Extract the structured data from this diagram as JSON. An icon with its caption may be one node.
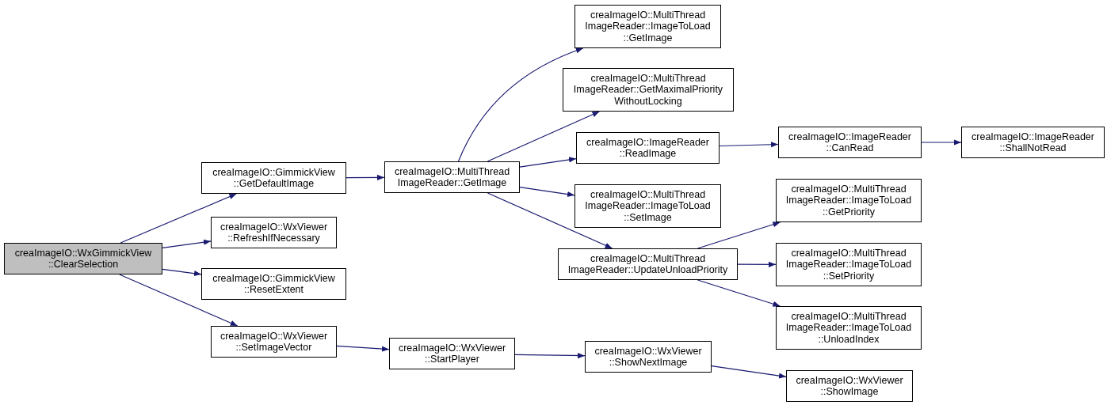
{
  "diagram": {
    "nodes": [
      {
        "text": [
          "creaImageIO::WxGimmickView ::ClearSelection"
        ]
      },
      {
        "text": [
          "creaImageIO::GimmickView ::GetDefaultImage"
        ]
      },
      {
        "text": [
          "creaImageIO::WxViewer ::RefreshIfNecessary"
        ]
      },
      {
        "text": [
          "creaImageIO::GimmickView ::ResetExtent"
        ]
      },
      {
        "text": [
          "creaImageIO::WxViewer ::SetImageVector"
        ]
      },
      {
        "text": [
          "creaImageIO::MultiThread ImageReader::GetImage"
        ]
      },
      {
        "text": [
          "creaImageIO::MultiThread ImageReader::ImageToLoad ::GetImage"
        ]
      },
      {
        "text": [
          "creaImageIO::MultiThread ImageReader::GetMaximalPriority WithoutLocking"
        ]
      },
      {
        "text": [
          "creaImageIO::ImageReader ::ReadImage"
        ]
      },
      {
        "text": [
          "creaImageIO::MultiThread ImageReader::ImageToLoad ::SetImage"
        ]
      },
      {
        "text": [
          "creaImageIO::MultiThread ImageReader::UpdateUnloadPriority"
        ]
      },
      {
        "text": [
          "creaImageIO::WxViewer ::StartPlayer"
        ]
      },
      {
        "text": [
          "creaImageIO::ImageReader ::CanRead"
        ]
      },
      {
        "text": [
          "creaImageIO::ImageReader ::ShallNotRead"
        ]
      },
      {
        "text": [
          "creaImageIO::MultiThread ImageReader::ImageToLoad ::GetPriority"
        ]
      },
      {
        "text": [
          "creaImageIO::MultiThread ImageReader::ImageToLoad ::SetPriority"
        ]
      },
      {
        "text": [
          "creaImageIO::MultiThread ImageReader::ImageToLoad ::UnloadIndex"
        ]
      },
      {
        "text": [
          "creaImageIO::WxViewer ::ShowNextImage"
        ]
      },
      {
        "text": [
          "creaImageIO::WxViewer ::ShowImage"
        ]
      }
    ],
    "edges": [
      {
        "from": 0,
        "to": 1,
        "arrow": "to"
      },
      {
        "from": 0,
        "to": 2,
        "arrow": "to"
      },
      {
        "from": 0,
        "to": 3,
        "arrow": "to"
      },
      {
        "from": 0,
        "to": 4,
        "arrow": "to"
      },
      {
        "from": 1,
        "to": 5,
        "arrow": "to"
      },
      {
        "from": 5,
        "to": 6,
        "arrow": "to"
      },
      {
        "from": 5,
        "to": 7,
        "arrow": "to"
      },
      {
        "from": 5,
        "to": 8,
        "arrow": "to"
      },
      {
        "from": 5,
        "to": 9,
        "arrow": "to"
      },
      {
        "from": 5,
        "to": 10,
        "arrow": "to"
      },
      {
        "from": 8,
        "to": 12,
        "arrow": "to"
      },
      {
        "from": 12,
        "to": 13,
        "arrow": "to"
      },
      {
        "from": 10,
        "to": 14,
        "arrow": "to"
      },
      {
        "from": 10,
        "to": 15,
        "arrow": "to"
      },
      {
        "from": 10,
        "to": 16,
        "arrow": "to"
      },
      {
        "from": 4,
        "to": 11,
        "arrow": "to"
      },
      {
        "from": 11,
        "to": 17,
        "arrow": "to"
      },
      {
        "from": 17,
        "to": 18,
        "arrow": "to"
      }
    ]
  }
}
